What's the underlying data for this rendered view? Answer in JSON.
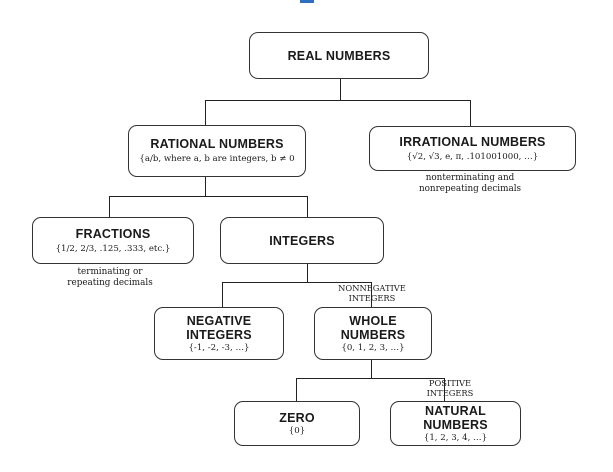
{
  "boxes": {
    "real": {
      "title": "REAL NUMBERS"
    },
    "rational": {
      "title": "RATIONAL NUMBERS",
      "subtitle": "{a/b, where a, b are integers, b ≠ 0"
    },
    "irrational": {
      "title": "IRRATIONAL NUMBERS",
      "subtitle": "{√2, √3, e, π, .101001000, …}"
    },
    "fractions": {
      "title": "FRACTIONS",
      "subtitle": "{1/2, 2/3, .125, .333, etc.}"
    },
    "integers": {
      "title": "INTEGERS"
    },
    "negative": {
      "title_line1": "NEGATIVE",
      "title_line2": "INTEGERS",
      "subtitle": "{-1, -2, -3, …}"
    },
    "whole": {
      "title_line1": "WHOLE",
      "title_line2": "NUMBERS",
      "subtitle": "{0, 1, 2, 3, …}"
    },
    "zero": {
      "title": "ZERO",
      "subtitle": "{0}"
    },
    "natural": {
      "title_line1": "NATURAL",
      "title_line2": "NUMBERS",
      "subtitle": "{1, 2, 3, 4, …}"
    }
  },
  "notes": {
    "irrational": {
      "line1": "nonterminating and",
      "line2": "nonrepeating decimals"
    },
    "fractions": {
      "line1": "terminating or",
      "line2": "repeating decimals"
    },
    "nonnegative": {
      "line1": "NONNEGATIVE",
      "line2": "INTEGERS"
    },
    "positive": {
      "line1": "POSITIVE",
      "line2": "INTEGERS"
    }
  },
  "colors": {
    "border": "#333333",
    "line": "#222222",
    "accent": "#2f6fc1"
  }
}
